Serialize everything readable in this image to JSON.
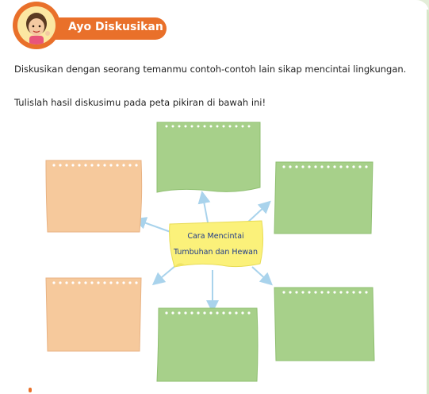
{
  "header": {
    "title": "Ayo Diskusikan",
    "accent": "#e9702a",
    "icon": "girl-avatar-icon"
  },
  "instructions": {
    "line1": "Diskusikan dengan seorang temanmu contoh-contoh lain sikap mencintai lingkungan.",
    "line2": "Tulislah hasil diskusimu pada peta pikiran di bawah ini!"
  },
  "mind_map": {
    "center_line1": "Cara Mencintai",
    "center_line2": "Tumbuhan dan Hewan",
    "center_color": "#fbf17a",
    "card_colors": {
      "orange": "#f6c99c",
      "green": "#a7d08a"
    },
    "arrow_color": "#a9d3ec"
  }
}
